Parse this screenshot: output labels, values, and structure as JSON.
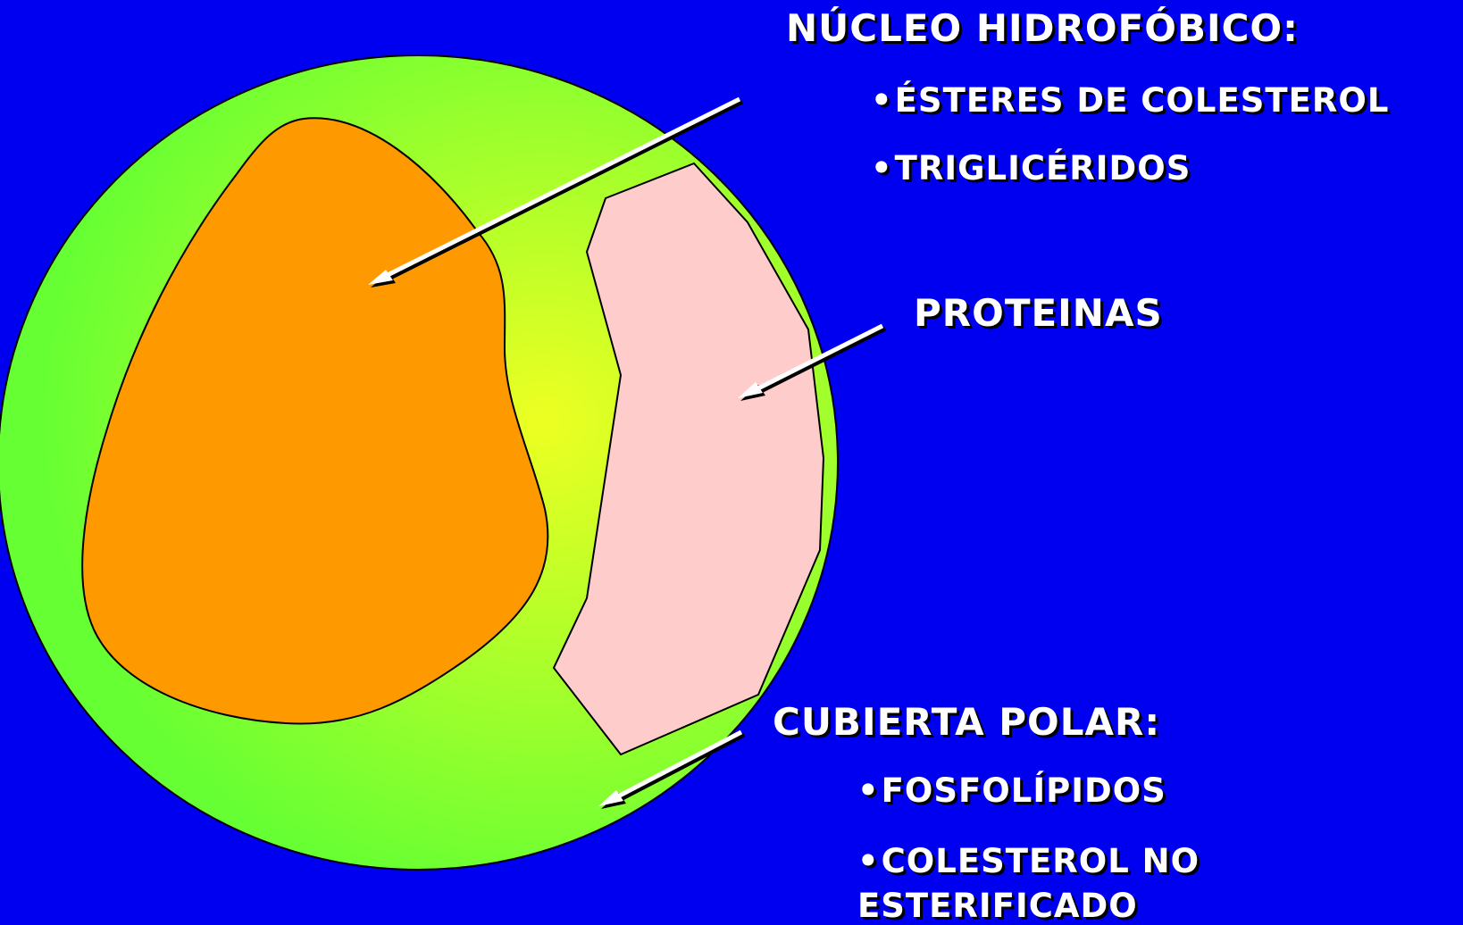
{
  "colors": {
    "background": "#0000f0",
    "shell_outer": "#66ff33",
    "shell_inner": "#eeff22",
    "core": "#ff9900",
    "protein": "#ffcccc",
    "text": "#ffffff",
    "text_shadow": "#000000",
    "arrow": "#ffffff"
  },
  "bullet": "•",
  "core_section": {
    "heading": "NÚCLEO HIDROFÓBICO:",
    "items": [
      "ÉSTERES DE COLESTEROL",
      "TRIGLICÉRIDOS"
    ]
  },
  "protein_section": {
    "heading": "PROTEINAS"
  },
  "shell_section": {
    "heading": "CUBIERTA POLAR:",
    "items": [
      "FOSFOLÍPIDOS",
      "COLESTEROL NO",
      "ESTERIFICADO"
    ]
  }
}
